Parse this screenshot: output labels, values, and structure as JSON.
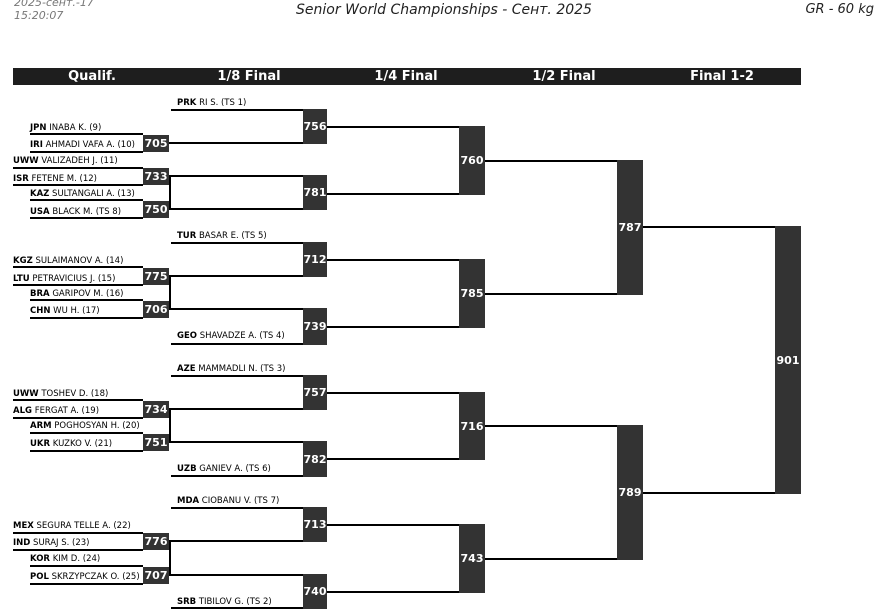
{
  "header": {
    "date": "2025-сент.-17\n15:20:07",
    "title": "Senior World Championships - Сент. 2025",
    "weight": "GR - 60 kg"
  },
  "rounds": [
    "Qualif.",
    "1/8 Final",
    "1/4 Final",
    "1/2 Final",
    "Final 1-2"
  ],
  "athletes": [
    {
      "nat": "PRK",
      "name": "RI S. (TS 1)"
    },
    {
      "nat": "JPN",
      "name": "INABA K. (9)"
    },
    {
      "nat": "IRI",
      "name": "AHMADI VAFA A. (10)"
    },
    {
      "nat": "UWW",
      "name": "VALIZADEH J. (11)"
    },
    {
      "nat": "ISR",
      "name": "FETENE M. (12)"
    },
    {
      "nat": "KAZ",
      "name": "SULTANGALI A. (13)"
    },
    {
      "nat": "USA",
      "name": "BLACK M. (TS 8)"
    },
    {
      "nat": "TUR",
      "name": "BASAR E. (TS 5)"
    },
    {
      "nat": "KGZ",
      "name": "SULAIMANOV A. (14)"
    },
    {
      "nat": "LTU",
      "name": "PETRAVICIUS J. (15)"
    },
    {
      "nat": "BRA",
      "name": "GARIPOV M. (16)"
    },
    {
      "nat": "CHN",
      "name": "WU H. (17)"
    },
    {
      "nat": "GEO",
      "name": "SHAVADZE A. (TS 4)"
    },
    {
      "nat": "AZE",
      "name": "MAMMADLI N. (TS 3)"
    },
    {
      "nat": "UWW",
      "name": "TOSHEV D. (18)"
    },
    {
      "nat": "ALG",
      "name": "FERGAT A. (19)"
    },
    {
      "nat": "ARM",
      "name": "POGHOSYAN H. (20)"
    },
    {
      "nat": "UKR",
      "name": "KUZKO V. (21)"
    },
    {
      "nat": "UZB",
      "name": "GANIEV A. (TS 6)"
    },
    {
      "nat": "MDA",
      "name": "CIOBANU V. (TS 7)"
    },
    {
      "nat": "MEX",
      "name": "SEGURA TELLE A. (22)"
    },
    {
      "nat": "IND",
      "name": "SURAJ S. (23)"
    },
    {
      "nat": "KOR",
      "name": "KIM D. (24)"
    },
    {
      "nat": "POL",
      "name": "SKRZYPCZAK O. (25)"
    },
    {
      "nat": "SRB",
      "name": "TIBILOV G. (TS 2)"
    }
  ],
  "bouts": {
    "qualif": [
      "705",
      "733",
      "750",
      "775",
      "706",
      "734",
      "751",
      "776",
      "707"
    ],
    "r16": [
      "756",
      "781",
      "712",
      "739",
      "757",
      "782",
      "713",
      "740"
    ],
    "qf": [
      "760",
      "785",
      "716",
      "743"
    ],
    "sf": [
      "787",
      "789"
    ],
    "final": [
      "901"
    ]
  }
}
